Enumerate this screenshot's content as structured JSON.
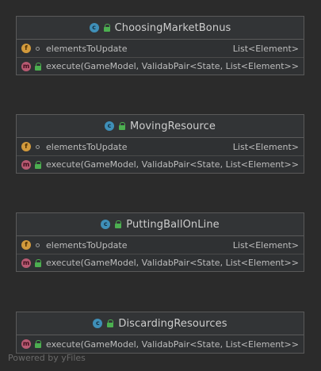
{
  "classes": [
    {
      "name": "ChoosingMarketBonus",
      "icon_letter": "c",
      "members": [
        {
          "kind": "field",
          "badge": "f",
          "name": "elementsToUpdate",
          "type": "List<Element>"
        },
        {
          "kind": "method",
          "badge": "m",
          "name": "execute(GameModel, Validable)",
          "type": "Pair<State, List<Element>>"
        }
      ]
    },
    {
      "name": "MovingResource",
      "icon_letter": "c",
      "members": [
        {
          "kind": "field",
          "badge": "f",
          "name": "elementsToUpdate",
          "type": "List<Element>"
        },
        {
          "kind": "method",
          "badge": "m",
          "name": "execute(GameModel, Validable)",
          "type": "Pair<State, List<Element>>"
        }
      ]
    },
    {
      "name": "PuttingBallOnLine",
      "icon_letter": "c",
      "members": [
        {
          "kind": "field",
          "badge": "f",
          "name": "elementsToUpdate",
          "type": "List<Element>"
        },
        {
          "kind": "method",
          "badge": "m",
          "name": "execute(GameModel, Validable)",
          "type": "Pair<State, List<Element>>"
        }
      ]
    },
    {
      "name": "DiscardingResources",
      "icon_letter": "c",
      "members": [
        {
          "kind": "method",
          "badge": "m",
          "name": "execute(GameModel, Validable)",
          "type": "Pair<State, List<Element>>"
        }
      ]
    }
  ],
  "watermark": "Powered by yFiles",
  "colors": {
    "background": "#2b2b2b",
    "class_icon": "#3f8fb8",
    "field_badge": "#d29a3c",
    "method_badge": "#b85a72",
    "public_lock": "#4caf50"
  }
}
